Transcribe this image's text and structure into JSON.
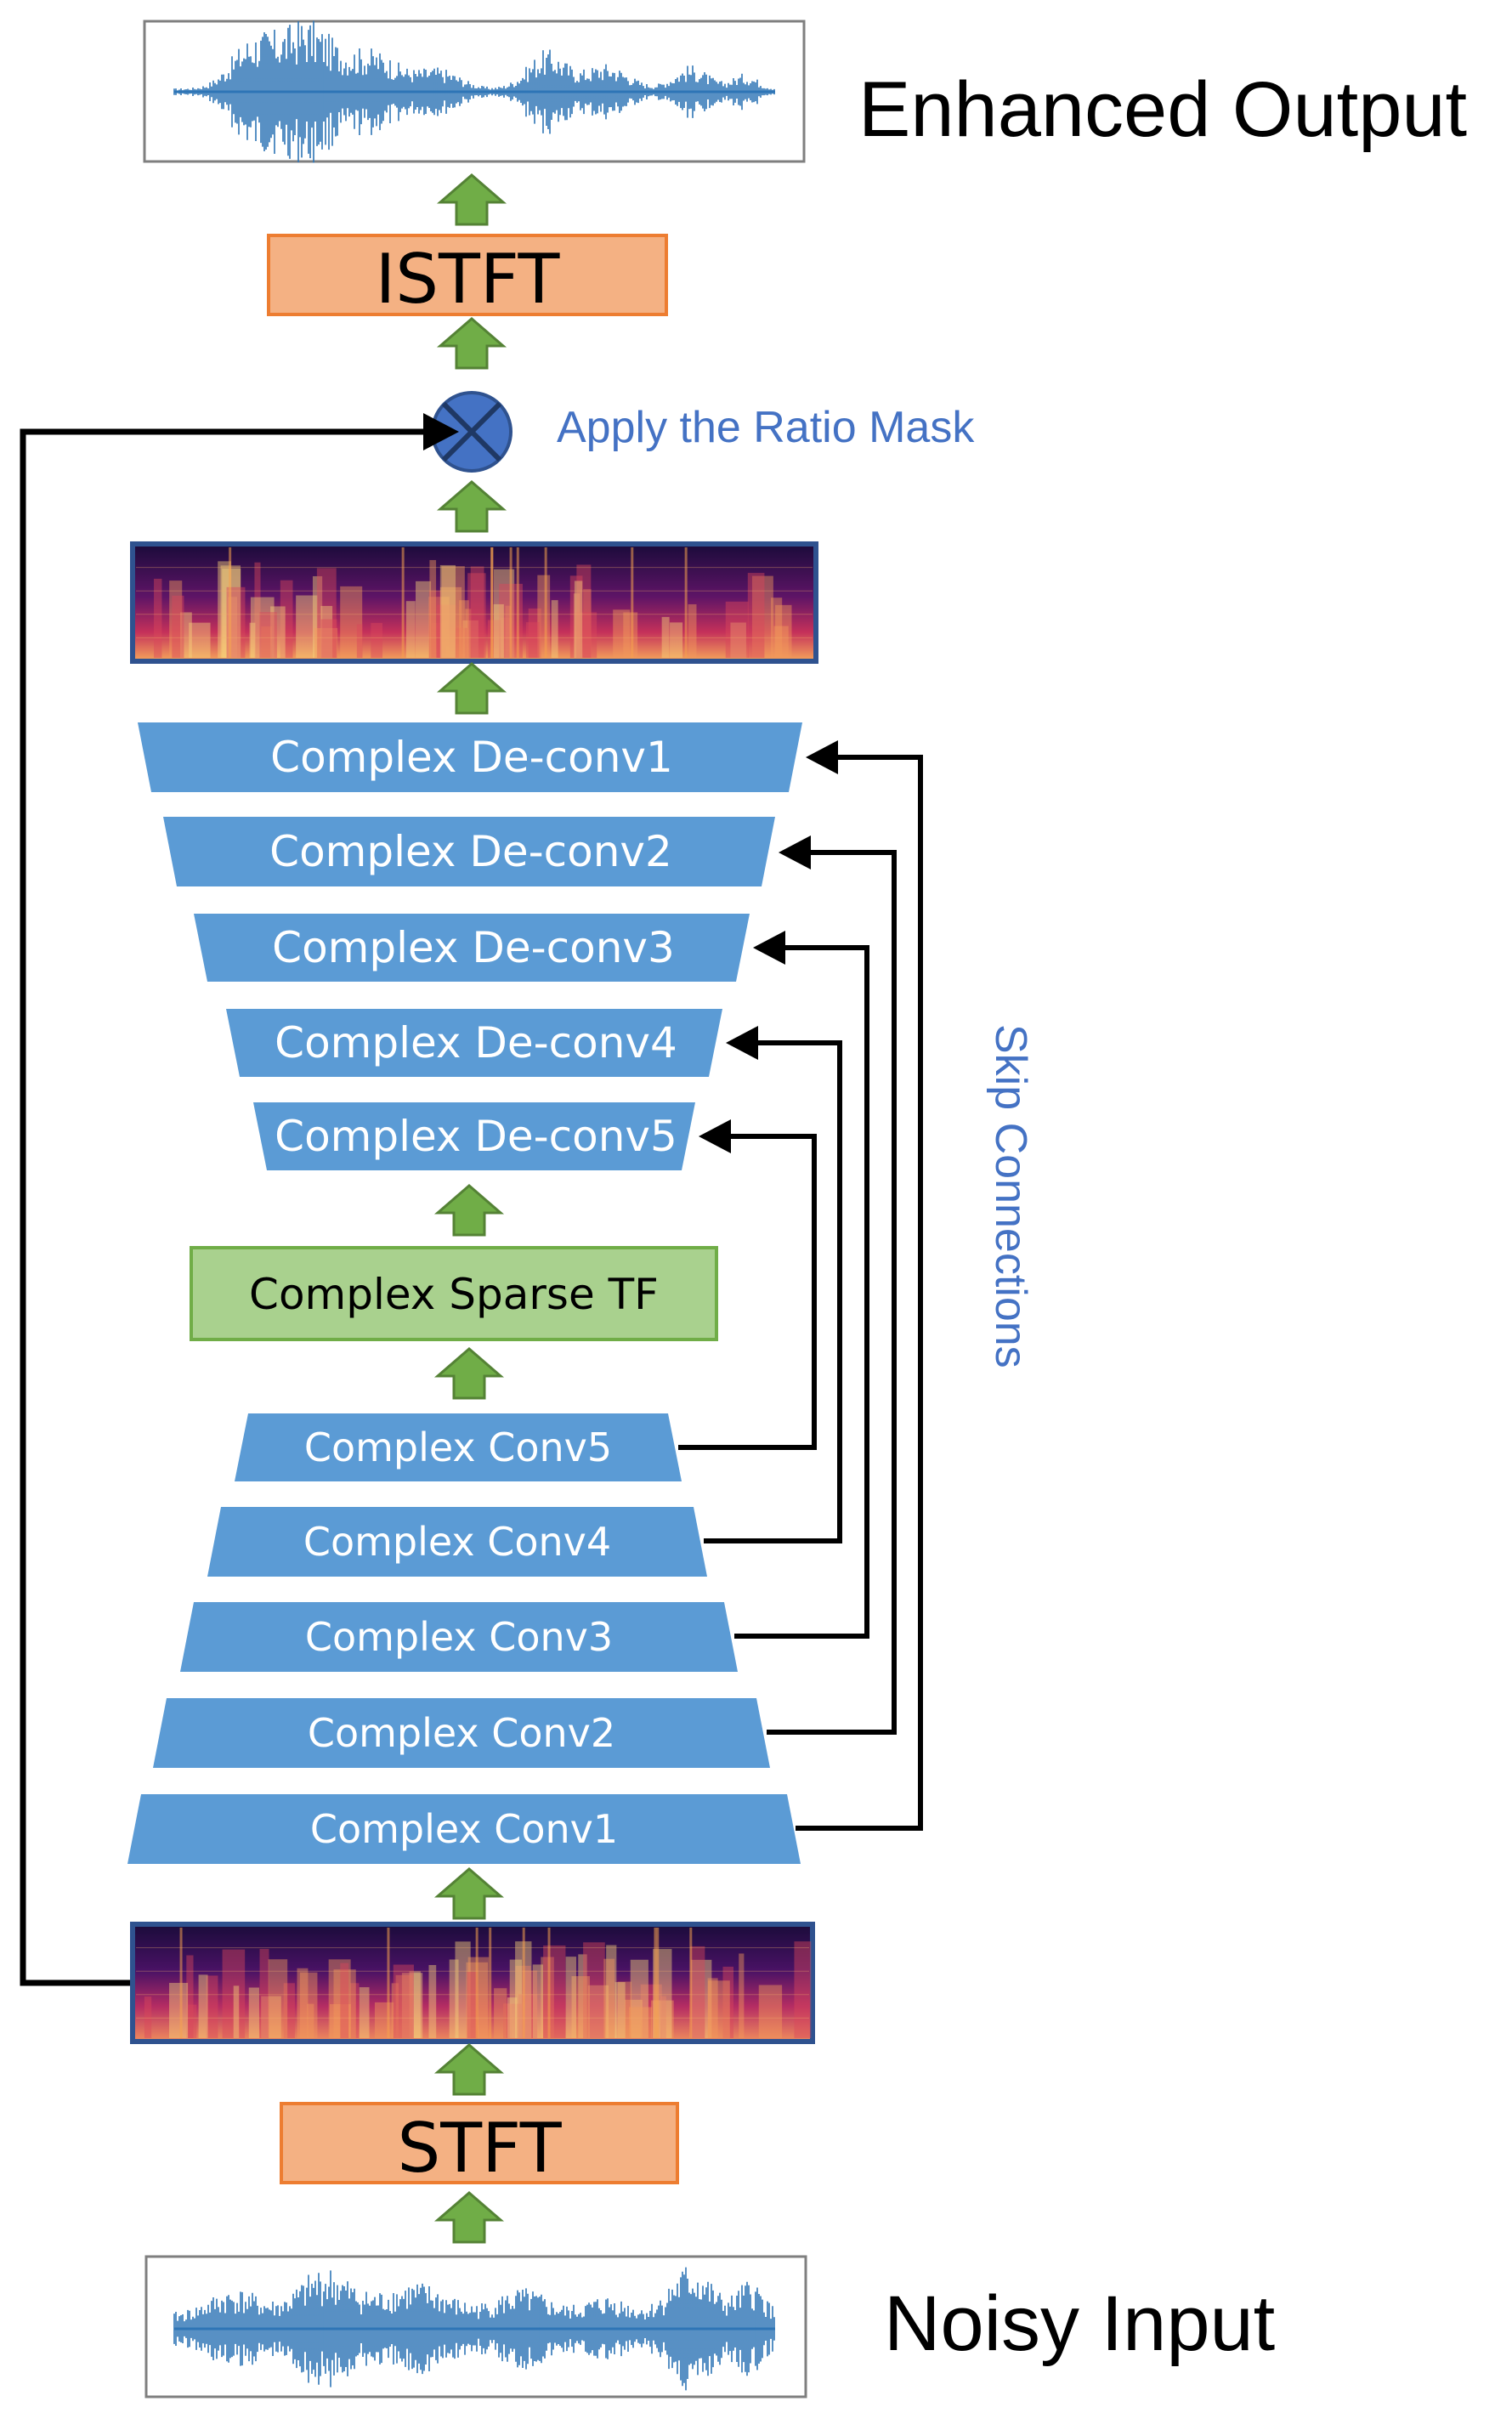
{
  "labels": {
    "enhanced_output": "Enhanced Output",
    "noisy_input": "Noisy Input",
    "istft": "ISTFT",
    "stft": "STFT",
    "apply_mask": "Apply the Ratio Mask",
    "skip_connections": "Skip Connections",
    "sparse_tf": "Complex Sparse TF"
  },
  "decoder": [
    "Complex De-conv1",
    "Complex De-conv2",
    "Complex De-conv3",
    "Complex De-conv4",
    "Complex De-conv5"
  ],
  "encoder": [
    "Complex Conv5",
    "Complex Conv4",
    "Complex Conv3",
    "Complex Conv2",
    "Complex Conv1"
  ],
  "colors": {
    "block_blue": "#5b9bd5",
    "fft_fill": "#f4b183",
    "fft_border": "#ed7d31",
    "sparse_fill": "#a9d18e",
    "sparse_border": "#70ad47",
    "arrow_green": "#548235",
    "mask_circle": "#4472c4",
    "label_blue": "#4472c4"
  },
  "icons": [
    "waveform-icon",
    "spectrogram-icon",
    "multiply-icon",
    "up-arrow-icon"
  ]
}
